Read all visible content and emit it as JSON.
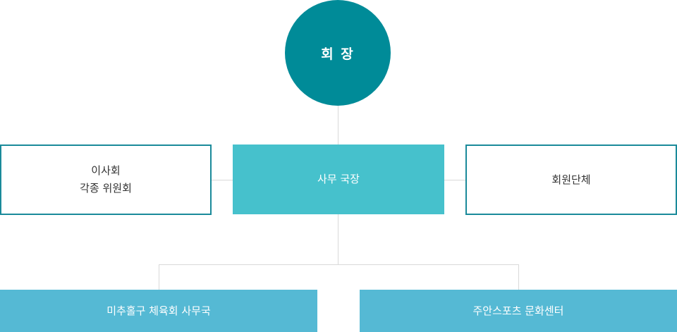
{
  "chairman": {
    "label": "회 장"
  },
  "secretary_general": {
    "label": "사무 국장"
  },
  "board": {
    "line1": "이사회",
    "line2": "각종 위원회"
  },
  "member_groups": {
    "label": "회원단체"
  },
  "departments": [
    {
      "label": "미추홀구 체육회 사무국"
    },
    {
      "label": "주안스포츠 문화센터"
    }
  ],
  "colors": {
    "chairman": "#008b98",
    "secretary": "#46c1cc",
    "outline_border": "#1a8a9a",
    "bottom_boxes": "#55b9d4",
    "connector": "#d9d9d9"
  }
}
